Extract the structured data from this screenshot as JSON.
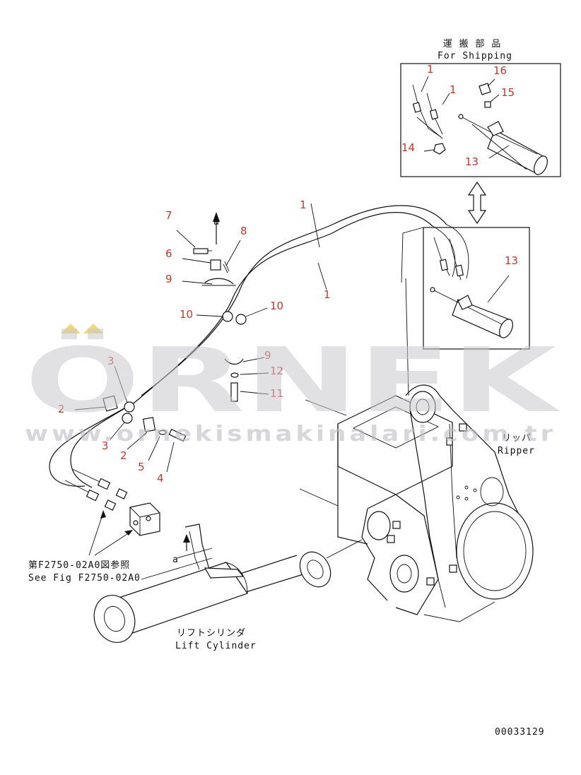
{
  "shipping_box": {
    "title_jp": "運 搬 部 品",
    "title_en": "For Shipping"
  },
  "labels": {
    "ripper_jp": "リッパ",
    "ripper_en": "Ripper",
    "lift_jp": "リフトシリンダ",
    "lift_en": "Lift Cylinder",
    "see_fig_jp": "第F2750-02A0図参照",
    "see_fig_en": "See Fig F2750-02A0",
    "arrow_a_top": "a",
    "arrow_a_bottom": "a",
    "drawing_no": "00033129"
  },
  "callouts": {
    "c1a": "1",
    "c1b": "1",
    "c1c": "1",
    "c1d": "1",
    "c2a": "2",
    "c2b": "2",
    "c3a": "3",
    "c3b": "3",
    "c4": "4",
    "c5": "5",
    "c6": "6",
    "c7": "7",
    "c8": "8",
    "c9a": "9",
    "c9b": "9",
    "c10a": "10",
    "c10b": "10",
    "c11": "11",
    "c12": "12",
    "c13a": "13",
    "c13b": "13",
    "c14": "14",
    "c15": "15",
    "c16": "16"
  },
  "watermark": {
    "brand": "ÖRNEK",
    "url": "www.ornekismakinalari.com.tr"
  },
  "colors": {
    "callout": "#c0392b",
    "line": "#111111",
    "watermark": "#c9c9cf",
    "accent": "#f2c94c"
  }
}
